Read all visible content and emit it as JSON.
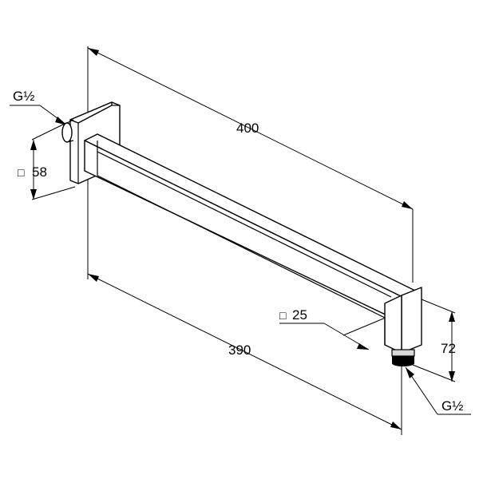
{
  "drawing": {
    "labels": {
      "length_top": "400",
      "length_bottom": "390",
      "flange_size": "58",
      "arm_size": "25",
      "drop_height": "72",
      "thread_inlet": "G½",
      "thread_outlet": "G½"
    },
    "symbols": {
      "square_symbol": "□"
    }
  }
}
